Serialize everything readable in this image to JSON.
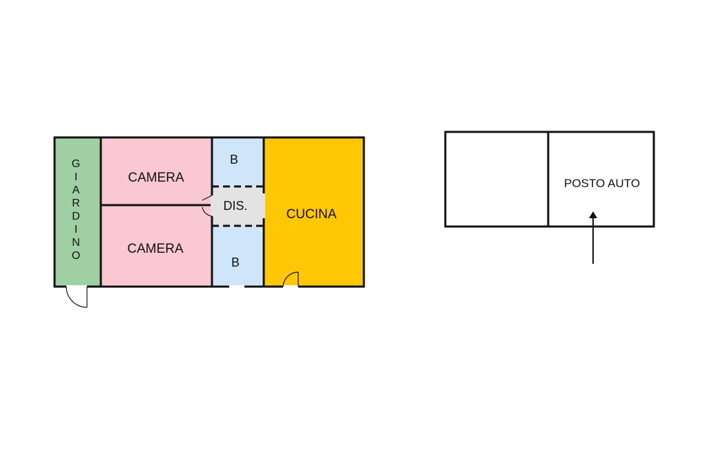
{
  "rooms": {
    "giardino": {
      "label": "GIARDINO",
      "color": "#9fcfa3"
    },
    "camera_top": {
      "label": "CAMERA",
      "color": "#f9c8d2"
    },
    "camera_bottom": {
      "label": "CAMERA",
      "color": "#f9c8d2"
    },
    "bagno_top": {
      "label": "B",
      "color": "#cfe6fa"
    },
    "disimpegno": {
      "label": "DIS.",
      "color": "#e3e3e3"
    },
    "bagno_bottom": {
      "label": "B",
      "color": "#cfe6fa"
    },
    "cucina": {
      "label": "CUCINA",
      "color": "#ffc706"
    }
  },
  "parking": {
    "space_left": {
      "label": ""
    },
    "space_right": {
      "label": "POSTO AUTO"
    }
  }
}
